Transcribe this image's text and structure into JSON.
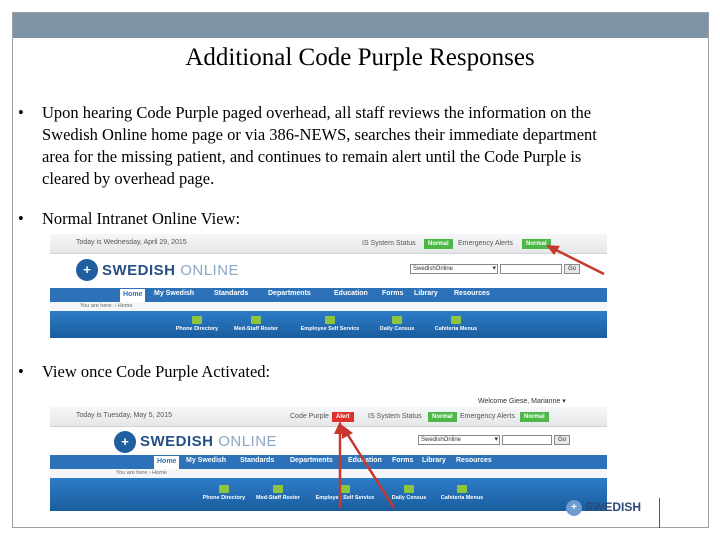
{
  "slide": {
    "title": "Additional Code Purple Responses",
    "bullets": [
      "Upon hearing Code Purple paged overhead, all staff reviews the information on the Swedish Online home page or via 386-NEWS, searches their immediate department area for the missing patient, and continues to remain alert until the Code Purple is cleared by overhead page.",
      "Normal Intranet Online View:",
      "View once Code Purple Activated:"
    ],
    "bullet_glyph": "•"
  },
  "screenshot_normal": {
    "date_text": "Today is Wednesday, April 29, 2015",
    "is_status_label": "IS System Status",
    "is_status_value": "Normal",
    "emergency_label": "Emergency Alerts",
    "emergency_value": "Normal",
    "logo_text": "SWEDISH",
    "logo_suffix": "ONLINE",
    "search_select": "SwedishOnline",
    "go_label": "Go",
    "nav": [
      "Home",
      "My Swedish",
      "Standards",
      "Departments",
      "Education",
      "Forms",
      "Library",
      "Resources"
    ],
    "crumb": "You are here: › Home",
    "quick_links": [
      "Phone Directory",
      "Med-Staff Roster",
      "Employee Self Service",
      "Daily Census",
      "Cafeteria Menus"
    ]
  },
  "screenshot_activated": {
    "welcome_text": "Welcome Giese, Marianne ▾",
    "date_text": "Today is Tuesday, May 5, 2015",
    "code_purple_label": "Code Purple",
    "code_purple_value": "Alert",
    "is_status_label": "IS System Status",
    "is_status_value": "Normal",
    "emergency_label": "Emergency Alerts",
    "emergency_value": "Normal",
    "logo_text": "SWEDISH",
    "logo_suffix": "ONLINE",
    "search_select": "SwedishOnline",
    "go_label": "Go",
    "nav": [
      "Home",
      "My Swedish",
      "Standards",
      "Departments",
      "Education",
      "Forms",
      "Library",
      "Resources"
    ],
    "crumb": "You are here › Home",
    "quick_links": [
      "Phone Directory",
      "Med-Staff Roster",
      "Employee Self Service",
      "Daily Census",
      "Cafeteria Menus"
    ]
  },
  "footer": {
    "logo_text": "SWEDISH"
  },
  "colors": {
    "top_bar": "#7f93a7",
    "nav_blue": "#2d72b8",
    "normal_green": "#4db847",
    "alert_red": "#e0302a",
    "arrow_red": "#c8372d"
  }
}
